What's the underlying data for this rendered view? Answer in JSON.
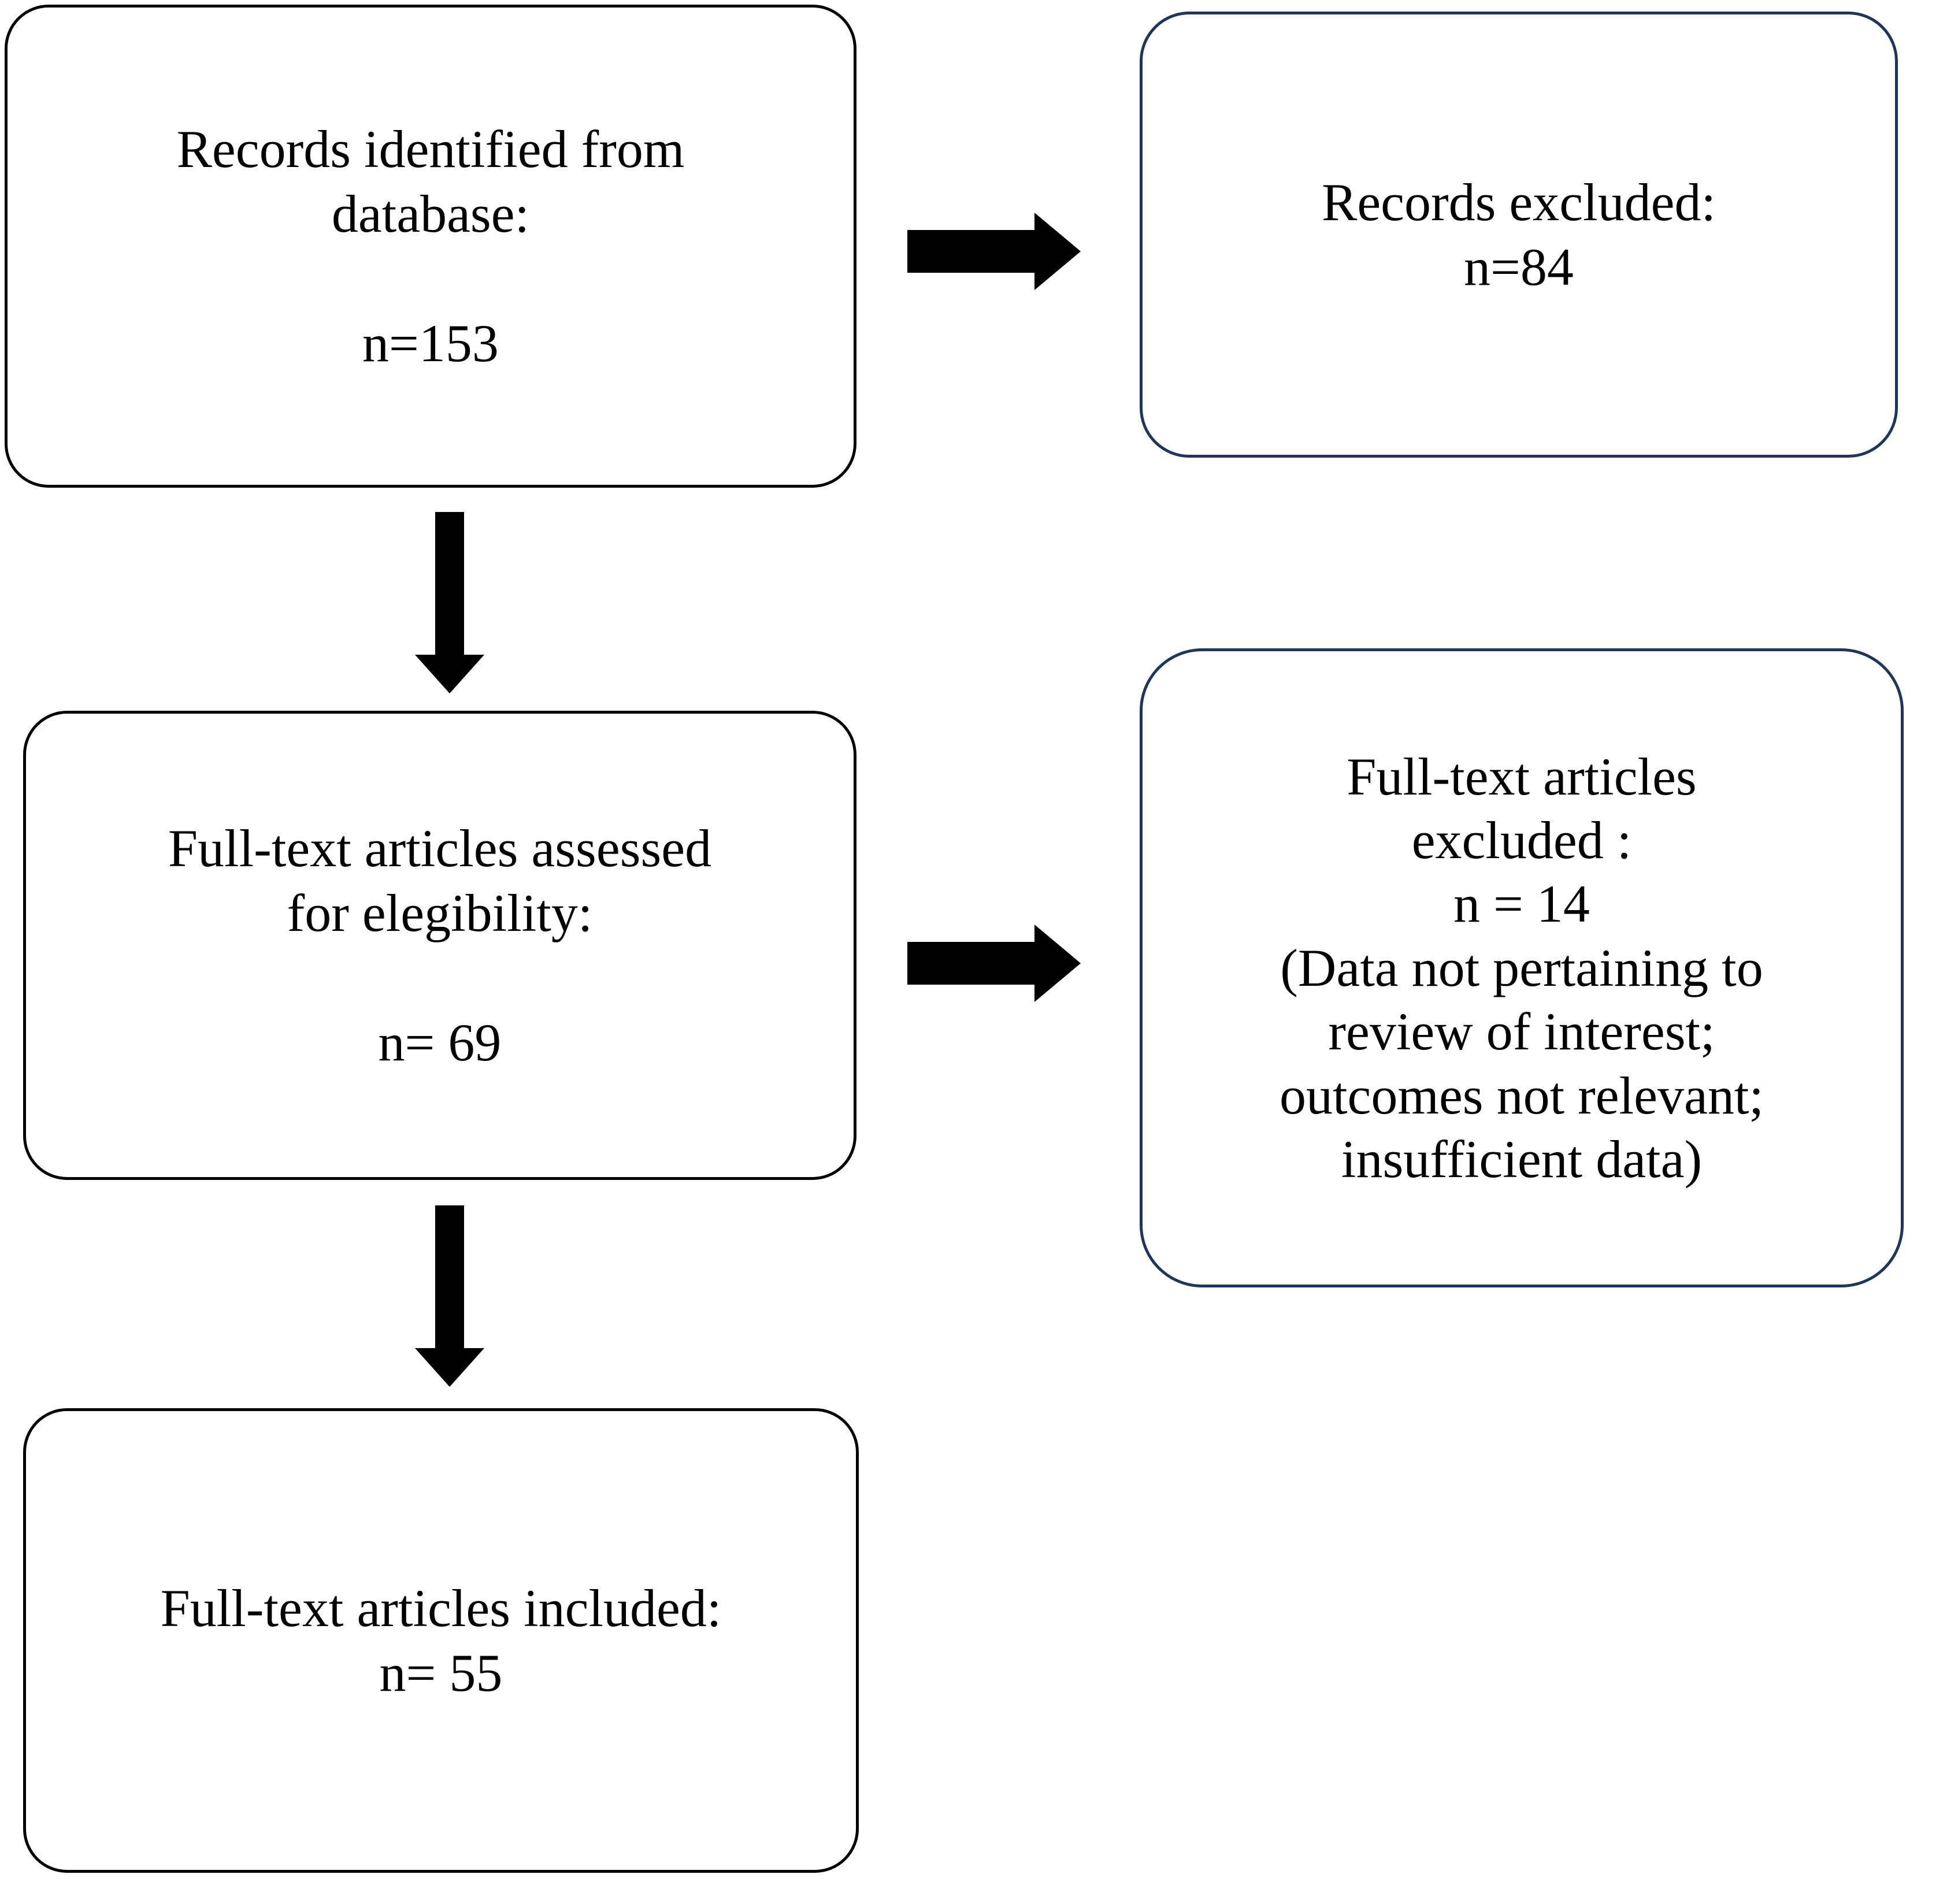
{
  "diagram": {
    "type": "prisma-flow-diagram",
    "title": "",
    "colors": {
      "box_border_black": "#000000",
      "box_border_navy": "#1f3559",
      "arrow_fill": "#000000",
      "background": "#ffffff",
      "text": "#000000"
    },
    "boxes": [
      {
        "id": "identified",
        "name": "records-identified-box",
        "border_color": "#000000",
        "text": "Records identified from\ndatabase:\n\nn=153",
        "label": "Records identified from database:",
        "count_label": "n=153",
        "count": 153
      },
      {
        "id": "records-excluded",
        "name": "records-excluded-box",
        "border_color": "#1f3559",
        "text": "Records excluded:\nn=84",
        "label": "Records excluded:",
        "count_label": "n=84",
        "count": 84
      },
      {
        "id": "assessed",
        "name": "full-text-assessed-box",
        "border_color": "#000000",
        "text": "Full-text articles assessed\nfor elegibility:\n\nn= 69",
        "label": "Full-text articles assessed for elegibility:",
        "count_label": "n= 69",
        "count": 69
      },
      {
        "id": "fulltext-excluded",
        "name": "full-text-excluded-box",
        "border_color": "#1f3559",
        "text": "Full-text articles\nexcluded :\nn = 14\n(Data not pertaining to\nreview of interest;\noutcomes  not relevant;\ninsufficient data)",
        "label": "Full-text articles excluded :",
        "count_label": "n = 14",
        "count": 14,
        "reasons": "(Data not pertaining to review of interest; outcomes  not relevant; insufficient data)"
      },
      {
        "id": "included",
        "name": "full-text-included-box",
        "border_color": "#000000",
        "text": "Full-text articles included:\nn= 55",
        "label": "Full-text articles included:",
        "count_label": "n= 55",
        "count": 55
      }
    ],
    "arrows": [
      {
        "id": "identified-to-excluded",
        "name": "arrow-right-identified-to-excluded",
        "direction": "right",
        "from": "identified",
        "to": "records-excluded"
      },
      {
        "id": "identified-to-assessed",
        "name": "arrow-down-identified-to-assessed",
        "direction": "down",
        "from": "identified",
        "to": "assessed"
      },
      {
        "id": "assessed-to-excluded",
        "name": "arrow-right-assessed-to-excluded",
        "direction": "right",
        "from": "assessed",
        "to": "fulltext-excluded"
      },
      {
        "id": "assessed-to-included",
        "name": "arrow-down-assessed-to-included",
        "direction": "down",
        "from": "assessed",
        "to": "included"
      }
    ]
  }
}
